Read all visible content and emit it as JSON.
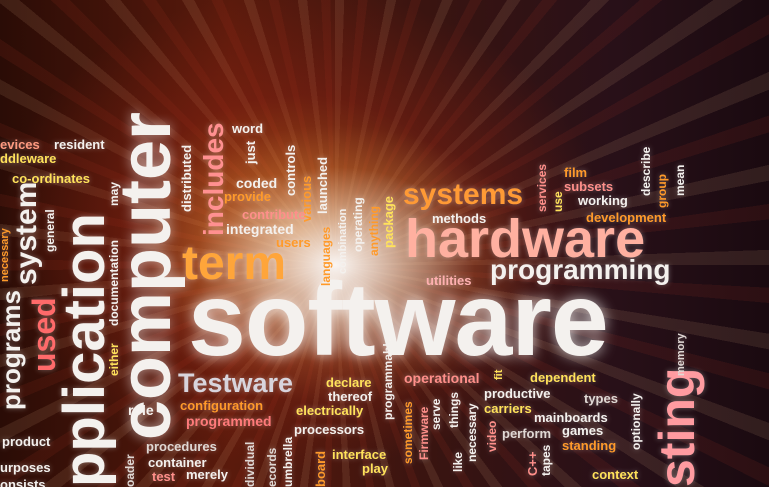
{
  "words": {
    "software": "software",
    "computer": "computer",
    "application": "pplication",
    "hardware": "hardware",
    "term": "term",
    "systems": "systems",
    "programming": "programming",
    "testware": "Testware",
    "testing": "sting",
    "includes": "includes",
    "used": "used",
    "system": "system",
    "programs": "programs",
    "devices": "evices",
    "middleware": "ddleware",
    "resident": "resident",
    "co_ordinates": "co-ordinates",
    "necessary": "necessary",
    "general": "general",
    "documentation": "documentation",
    "may": "may",
    "distributed": "distributed",
    "word": "word",
    "just": "just",
    "controls": "controls",
    "coded": "coded",
    "various": "various",
    "launched": "launched",
    "provide": "provide",
    "contribute": "contribute",
    "integrated": "integrated",
    "users": "users",
    "languages": "languages",
    "combination": "combination",
    "operating": "operating",
    "anything": "anything",
    "package": "package",
    "methods": "methods",
    "services": "services",
    "use": "use",
    "film": "film",
    "subsets": "subsets",
    "working": "working",
    "describe": "describe",
    "mean": "mean",
    "group": "group",
    "development": "development",
    "utilities": "utilities",
    "either": "either",
    "role": "role",
    "configuration": "configuration",
    "programmed": "programmed",
    "declare": "declare",
    "thereof": "thereof",
    "electrically": "electrically",
    "programmable": "programmable",
    "operational": "operational",
    "fit": "fit",
    "productive": "productive",
    "dependent": "dependent",
    "carriers": "carriers",
    "types": "types",
    "mainboards": "mainboards",
    "optionally": "optionally",
    "memory": "memory",
    "processors": "processors",
    "sometimes": "sometimes",
    "firmware": "Firmware",
    "serve": "serve",
    "things": "things",
    "necessary2": "necessary",
    "like": "like",
    "video": "video",
    "perform": "perform",
    "games": "games",
    "standing": "standing",
    "cpp": "C++",
    "tapes": "tapes",
    "context": "context",
    "product": "product",
    "purposes": "urposes",
    "consists": "onsists",
    "loader": "oader",
    "procedures": "procedures",
    "container": "container",
    "test": "test",
    "merely": "merely",
    "individual": "dividual",
    "records": "ecords",
    "umbrella": "umbrella",
    "board": "board",
    "interface": "interface",
    "play": "play"
  }
}
